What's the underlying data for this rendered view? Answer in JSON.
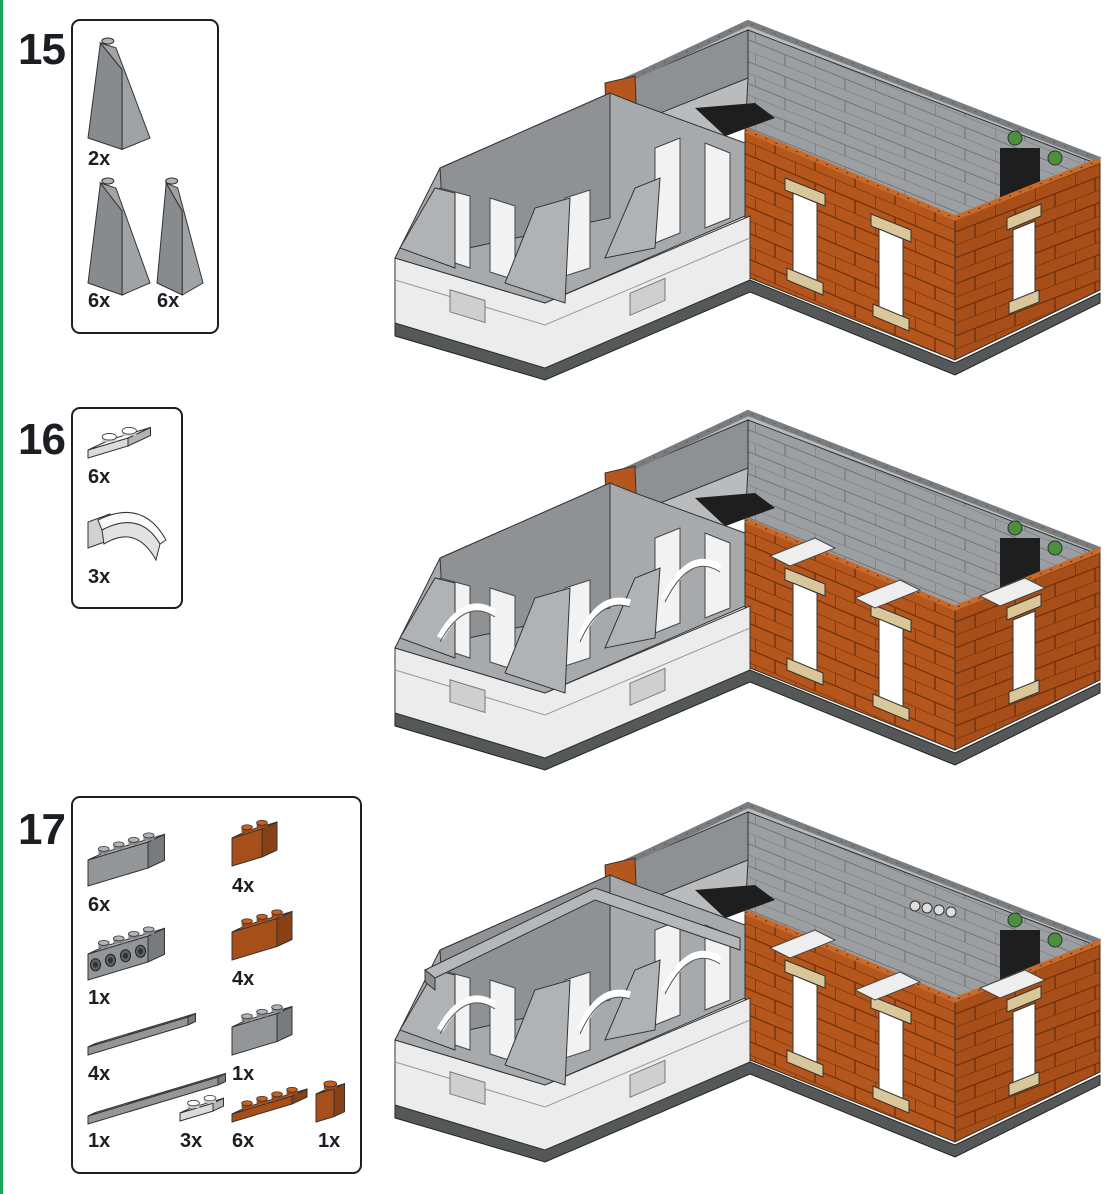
{
  "colors": {
    "accent_edge": "#1aa35a",
    "light_gray": "#a0a3a6",
    "dark_gray": "#6f7275",
    "brown": "#b5561c",
    "white": "#eeeeee",
    "tan": "#d9c79a"
  },
  "steps": [
    {
      "number": "15",
      "parts": [
        {
          "qty": "2x",
          "icon": "slope-brick-icon",
          "color": "#a0a3a6"
        },
        {
          "qty": "6x",
          "icon": "slope-brick-icon",
          "color": "#a0a3a6"
        },
        {
          "qty": "6x",
          "icon": "slope-brick-icon",
          "color": "#a0a3a6"
        }
      ]
    },
    {
      "number": "16",
      "parts": [
        {
          "qty": "6x",
          "icon": "plate-2x2-icon",
          "color": "#eeeeee"
        },
        {
          "qty": "3x",
          "icon": "arch-brick-icon",
          "color": "#eeeeee"
        }
      ]
    },
    {
      "number": "17",
      "parts": [
        {
          "qty": "6x",
          "icon": "brick-1x4-icon",
          "color": "#a0a3a6"
        },
        {
          "qty": "1x",
          "icon": "technic-brick-1x4-icon",
          "color": "#a0a3a6"
        },
        {
          "qty": "4x",
          "icon": "tile-1x6-icon",
          "color": "#a0a3a6"
        },
        {
          "qty": "1x",
          "icon": "tile-1x8-icon",
          "color": "#a0a3a6"
        },
        {
          "qty": "3x",
          "icon": "plate-1x2-icon",
          "color": "#eeeeee"
        },
        {
          "qty": "4x",
          "icon": "brick-1x2-icon",
          "color": "#b5561c"
        },
        {
          "qty": "4x",
          "icon": "brick-1x3-icon",
          "color": "#b5561c"
        },
        {
          "qty": "1x",
          "icon": "brick-1x3-icon",
          "color": "#a0a3a6"
        },
        {
          "qty": "6x",
          "icon": "plate-1x4-icon",
          "color": "#b5561c"
        },
        {
          "qty": "1x",
          "icon": "brick-1x1-icon",
          "color": "#b5561c"
        }
      ]
    }
  ]
}
